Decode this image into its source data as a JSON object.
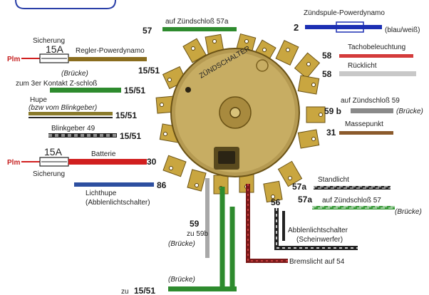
{
  "diagram": {
    "top_center": {
      "terminal": "57",
      "label": "auf Zündschloß 57a"
    },
    "right": [
      {
        "terminal": "2",
        "title": "Zündspule-Powerdynamo",
        "note": "(blau/weiß)",
        "color": "#1c2fb3"
      },
      {
        "terminal": "58",
        "label": "Tachobeleuchtung",
        "color": "#d43b3b"
      },
      {
        "terminal": "58",
        "label": "Rücklicht",
        "color": "#c8c8c8"
      },
      {
        "terminal": "59 b",
        "label": "auf Zündschloß 59",
        "note": "(Brücke)",
        "color": "#8a8a8a"
      },
      {
        "terminal": "31",
        "label": "Massepunkt",
        "color": "#8b5a2b"
      },
      {
        "terminal": "57a",
        "label": "Standlicht",
        "color": "#222222"
      },
      {
        "terminal": "57a",
        "label": "auf Zündschloß 57",
        "note": "(Brücke)",
        "color": "#3a9a3a"
      }
    ],
    "left": {
      "plm_label": "Plm",
      "fuse1": {
        "title": "Sicherung",
        "value": "15A"
      },
      "regler": {
        "label": "Regler-Powerdynamo",
        "note": "(Brücke)",
        "terminal": "15/51",
        "color": "#8a6d1f"
      },
      "kontakt": {
        "label": "zum 3er Kontakt Z-schloß",
        "terminal": "15/51",
        "color": "#2e8b2e"
      },
      "hupe": {
        "label": "Hupe",
        "note": "(bzw vom Blinkgeber)",
        "terminal": "15/51",
        "color": "#8a7a2a"
      },
      "blinkgeber": {
        "label": "Blinkgeber 49",
        "terminal": "15/51",
        "color": "#222222"
      },
      "fuse2": {
        "value": "15A",
        "title": "Sicherung"
      },
      "batterie": {
        "label": "Batterie",
        "terminal": "30",
        "color": "#d11f1f"
      },
      "lichthupe": {
        "label": "Lichthupe",
        "note": "(Abblenlichtschalter)",
        "terminal": "86",
        "color": "#2d4fa0"
      }
    },
    "bottom": {
      "t59": {
        "terminal": "59",
        "label": "zu 59b",
        "note": "(Brücke)"
      },
      "t1551": {
        "prefix": "zu",
        "terminal": "15/51",
        "note": "(Brücke)"
      },
      "brems": {
        "label": "Bremslicht auf 54"
      },
      "abblend": {
        "terminal": "56",
        "label": "Abblenlichtschalter",
        "note": "(Scheinwerfer)"
      }
    },
    "switch_text": "ZÜNDSCHALTER"
  }
}
